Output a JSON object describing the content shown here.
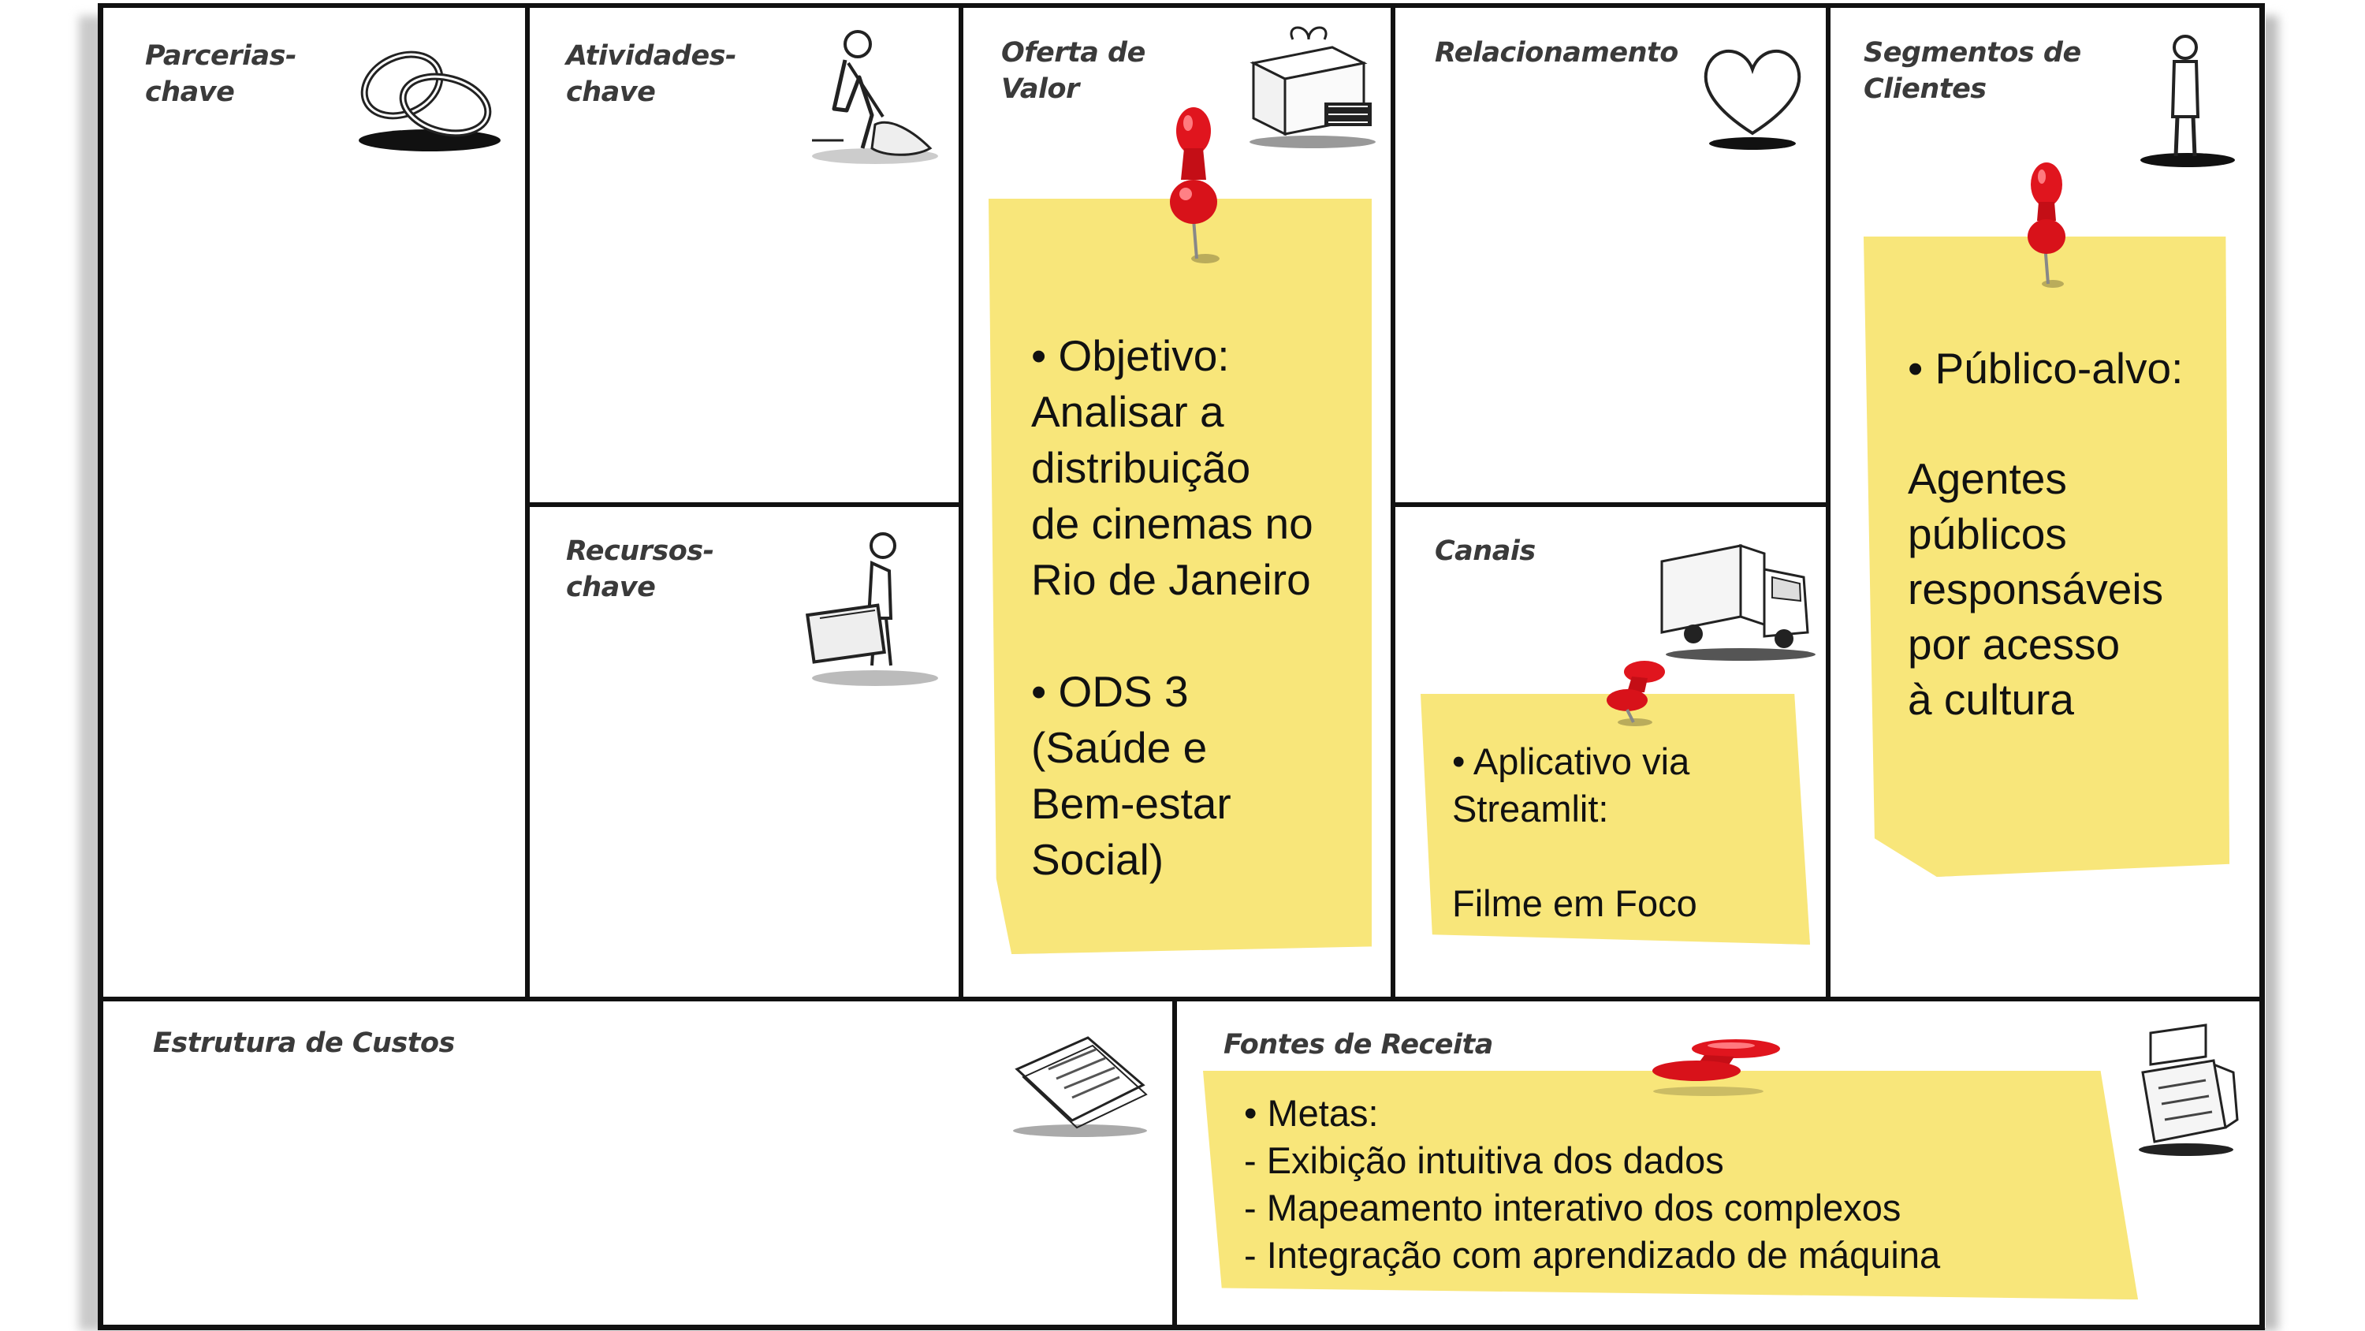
{
  "blocks": {
    "key_partners": "Parcerias-\nchave",
    "key_activities": "Atividades-\nchave",
    "key_resources": "Recursos-\nchave",
    "value_proposition": "Oferta de\nValor",
    "customer_relationships": "Relacionamento",
    "channels": "Canais",
    "customer_segments": "Segmentos de\nClientes",
    "cost_structure": "Estrutura de Custos",
    "revenue_streams": "Fontes de Receita"
  },
  "notes": {
    "value_proposition": "• Objetivo:\nAnalisar a\ndistribuição\nde cinemas no\nRio de Janeiro\n\n• ODS 3\n(Saúde e\nBem-estar\nSocial)",
    "channels": "• Aplicativo via\nStreamlit:\n\nFilme em Foco",
    "customer_segments": "• Público-alvo:\n\nAgentes\npúblicos\nresponsáveis\npor acesso\nà cultura",
    "revenue_streams": "• Metas:\n- Exibição intuitiva dos dados\n- Mapeamento interativo dos complexos\n- Integração com aprendizado de máquina"
  },
  "icons": {
    "key_partners": "linked-rings-icon",
    "key_activities": "worker-icon",
    "key_resources": "person-with-box-icon",
    "value_proposition": "gift-box-icon",
    "customer_relationships": "heart-icon",
    "channels": "truck-icon",
    "customer_segments": "standing-person-icon",
    "cost_structure": "paper-stack-icon",
    "revenue_streams": "cash-register-icon"
  },
  "colors": {
    "note_yellow": "#f8e67a",
    "pin_red": "#d8121a",
    "grid_line": "#111111",
    "title_gray": "#3a3a3a"
  }
}
